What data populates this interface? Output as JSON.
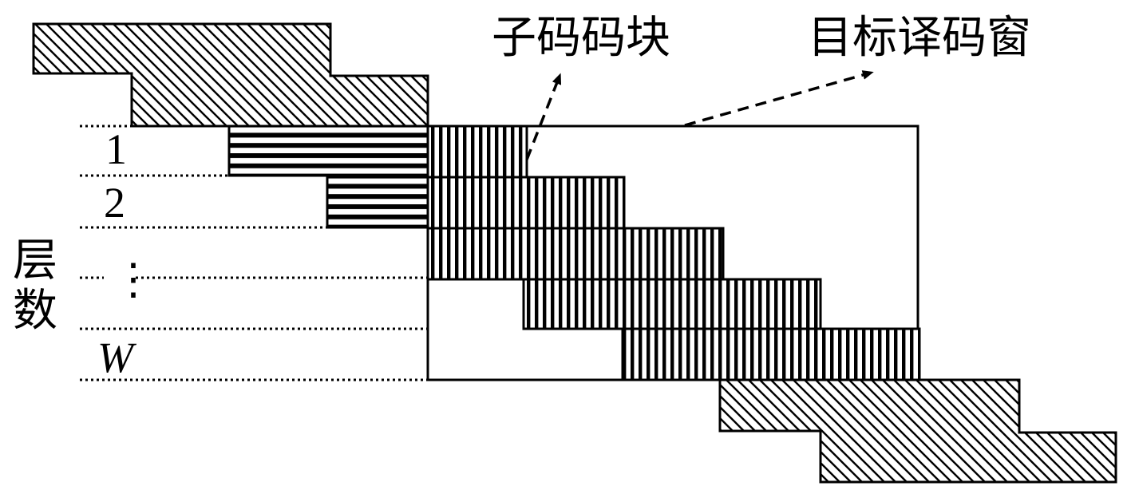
{
  "labels": {
    "subcode_block": "子码码块",
    "target_window": "目标译码窗",
    "layer_count_char1": "层",
    "layer_count_char2": "数"
  },
  "layers": [
    {
      "label": "1",
      "italic": false
    },
    {
      "label": "2",
      "italic": false
    },
    {
      "label": "⋮",
      "italic": false
    },
    {
      "label": "W",
      "italic": true
    }
  ],
  "colors": {
    "line": "#000000",
    "background": "#ffffff"
  },
  "patterns": {
    "earlier_blocks": "diagonal-hatch",
    "decoded_rows": "horizontal-stripes",
    "subcode_blocks": "vertical-stripes",
    "later_blocks": "diagonal-hatch"
  }
}
